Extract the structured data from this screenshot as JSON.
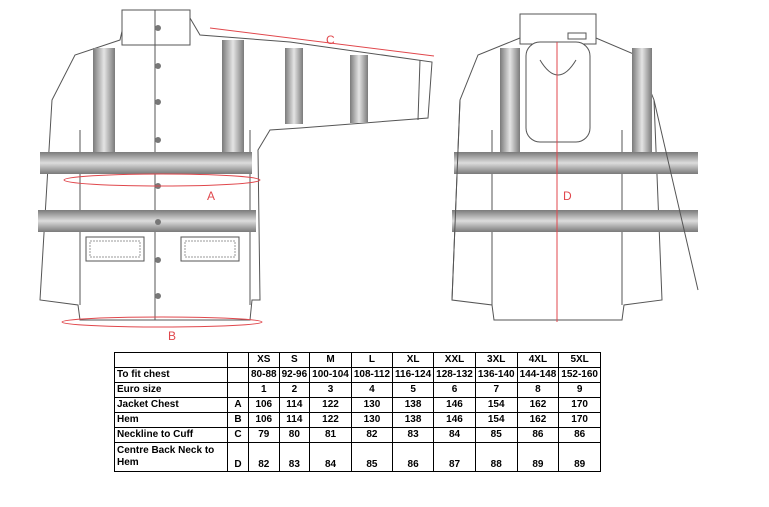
{
  "dimension_letters": {
    "a": "A",
    "b": "B",
    "c": "C",
    "d": "D"
  },
  "table": {
    "sizes": [
      "XS",
      "S",
      "M",
      "L",
      "XL",
      "XXL",
      "3XL",
      "4XL",
      "5XL"
    ],
    "rows": [
      {
        "label": "To fit chest",
        "code": "",
        "values": [
          "80-88",
          "92-96",
          "100-104",
          "108-112",
          "116-124",
          "128-132",
          "136-140",
          "144-148",
          "152-160"
        ]
      },
      {
        "label": "Euro size",
        "code": "",
        "values": [
          "1",
          "2",
          "3",
          "4",
          "5",
          "6",
          "7",
          "8",
          "9"
        ]
      },
      {
        "label": "Jacket Chest",
        "code": "A",
        "values": [
          "106",
          "114",
          "122",
          "130",
          "138",
          "146",
          "154",
          "162",
          "170"
        ]
      },
      {
        "label": "Hem",
        "code": "B",
        "values": [
          "106",
          "114",
          "122",
          "130",
          "138",
          "146",
          "154",
          "162",
          "170"
        ]
      },
      {
        "label": "Neckline to Cuff",
        "code": "C",
        "values": [
          "79",
          "80",
          "81",
          "82",
          "83",
          "84",
          "85",
          "86",
          "86"
        ]
      },
      {
        "label": "Centre Back Neck to Hem",
        "code": "D",
        "values": [
          "82",
          "83",
          "84",
          "85",
          "86",
          "87",
          "88",
          "89",
          "89"
        ]
      }
    ]
  },
  "colors": {
    "dimension": "#e0474c",
    "tape": "#8f8f8f",
    "outline": "#555555"
  }
}
